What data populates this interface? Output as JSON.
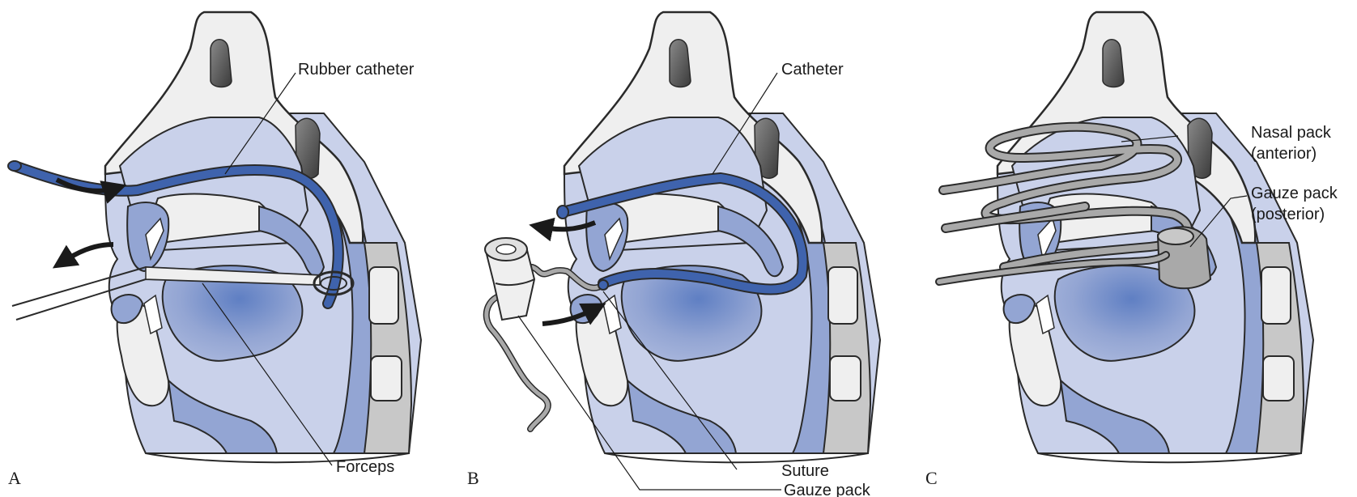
{
  "panels": [
    {
      "letter": "A",
      "labels": {
        "catheter": "Rubber catheter",
        "forceps": "Forceps"
      }
    },
    {
      "letter": "B",
      "labels": {
        "catheter": "Catheter",
        "suture": "Suture",
        "gauze": "Gauze pack"
      }
    },
    {
      "letter": "C",
      "labels": {
        "nasal_pack_1": "Nasal pack",
        "nasal_pack_2": "(anterior)",
        "gauze_pack_1": "Gauze pack",
        "gauze_pack_2": "(posterior)"
      }
    }
  ],
  "colors": {
    "tissue_light": "#c9d1ea",
    "tissue_mid": "#93a5d3",
    "tissue_dark": "#6f86c3",
    "bone_fill": "#efefef",
    "catheter_blue": "#3f63ad",
    "pack_gray": "#a9a9a9",
    "spine_gray": "#c8c8c8"
  }
}
